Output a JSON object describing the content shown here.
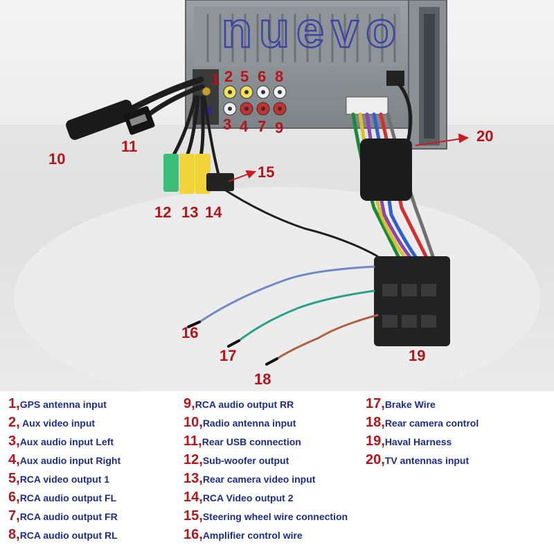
{
  "brand": {
    "logo_text": "nuevo"
  },
  "colors": {
    "label_number": "#b4141c",
    "label_text": "#1c2c8c",
    "arrow": "#c41e24",
    "logo": "#3c44a8"
  },
  "callouts": [
    {
      "id": "1",
      "text": "1"
    },
    {
      "id": "2",
      "text": "2"
    },
    {
      "id": "3",
      "text": "3"
    },
    {
      "id": "4",
      "text": "4"
    },
    {
      "id": "5",
      "text": "5"
    },
    {
      "id": "6",
      "text": "6"
    },
    {
      "id": "7",
      "text": "7"
    },
    {
      "id": "8",
      "text": "8"
    },
    {
      "id": "9",
      "text": "9"
    },
    {
      "id": "10",
      "text": "10"
    },
    {
      "id": "11",
      "text": "11"
    },
    {
      "id": "12",
      "text": "12"
    },
    {
      "id": "13",
      "text": "13"
    },
    {
      "id": "14",
      "text": "14"
    },
    {
      "id": "15",
      "text": "15"
    },
    {
      "id": "16",
      "text": "16"
    },
    {
      "id": "17",
      "text": "17"
    },
    {
      "id": "18",
      "text": "18"
    },
    {
      "id": "19",
      "text": "19"
    },
    {
      "id": "20",
      "text": "20"
    }
  ],
  "legend": {
    "columns": [
      [
        {
          "number": "1,",
          "label": "GPS antenna input"
        },
        {
          "number": "2,",
          "label": " Aux video input"
        },
        {
          "number": "3,",
          "label": "Aux audio input Left"
        },
        {
          "number": "4,",
          "label": "Aux audio input Right"
        },
        {
          "number": "5,",
          "label": "RCA video output 1"
        },
        {
          "number": "6,",
          "label": "RCA audio output FL"
        },
        {
          "number": "7,",
          "label": "RCA audio output FR"
        },
        {
          "number": "8,",
          "label": "RCA audio output RL"
        }
      ],
      [
        {
          "number": "9,",
          "label": "RCA audio output RR"
        },
        {
          "number": "10,",
          "label": "Radio antenna input"
        },
        {
          "number": "11,",
          "label": "Rear USB connection"
        },
        {
          "number": "12,",
          "label": "Sub-woofer output"
        },
        {
          "number": "13,",
          "label": "Rear camera video input"
        },
        {
          "number": "14,",
          "label": "RCA Video output 2"
        },
        {
          "number": "15,",
          "label": "Steering wheel wire connection"
        },
        {
          "number": "16,",
          "label": "Amplifier control wire"
        }
      ],
      [
        {
          "number": "17,",
          "label": "Brake Wire"
        },
        {
          "number": "18,",
          "label": "Rear camera control"
        },
        {
          "number": "19,",
          "label": "Haval Harness"
        },
        {
          "number": "20,",
          "label": "TV antennas input"
        }
      ]
    ]
  }
}
